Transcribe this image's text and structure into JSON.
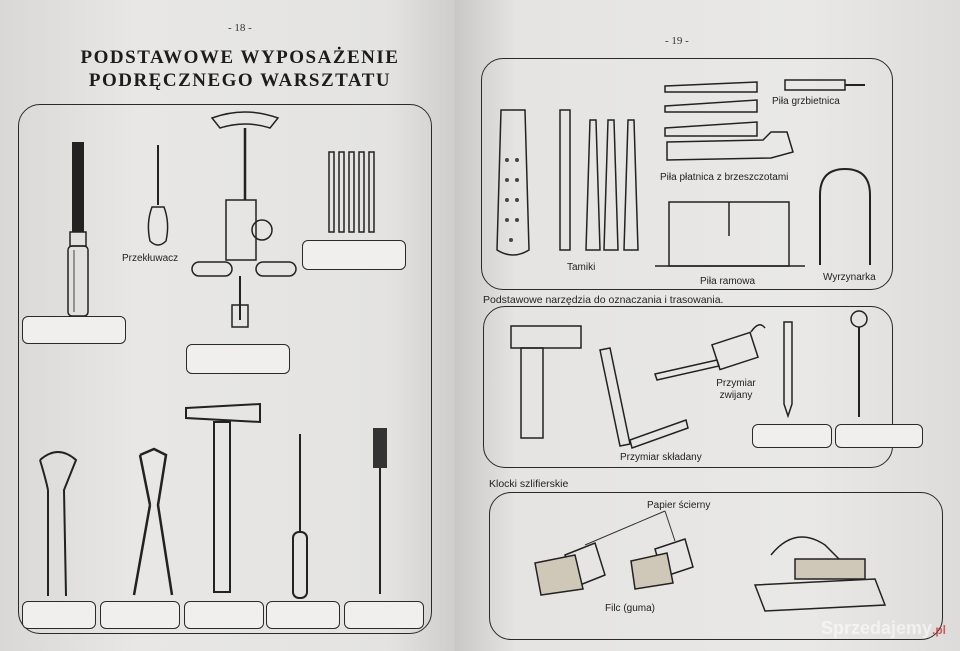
{
  "left_page": {
    "page_number": "- 18 -",
    "title_line1": "PODSTAWOWE WYPOSAŻENIE",
    "title_line2": "PODRĘCZNEGO WARSZTATU",
    "labels": {
      "awl": "Przekłuwacz"
    }
  },
  "right_page": {
    "page_number": "- 19 -",
    "saws_files": {
      "files": "Tamiki",
      "back_saw": "Piła grzbietnica",
      "bow_saw": "Piła płatnica z brzeszczotami",
      "frame_saw": "Piła ramowa",
      "fret_saw": "Wyrzynarka"
    },
    "marking": {
      "heading": "Podstawowe narzędzia do oznaczania i trasowania.",
      "tape_measure": "Przymiar zwijany",
      "folding_rule": "Przymiar składany"
    },
    "sanding": {
      "heading": "Klocki szlifierskie",
      "sandpaper": "Papier ścierny",
      "felt": "Filc (guma)"
    }
  },
  "watermark": {
    "text": "Sprzedajemy",
    "suffix": ".pl"
  }
}
